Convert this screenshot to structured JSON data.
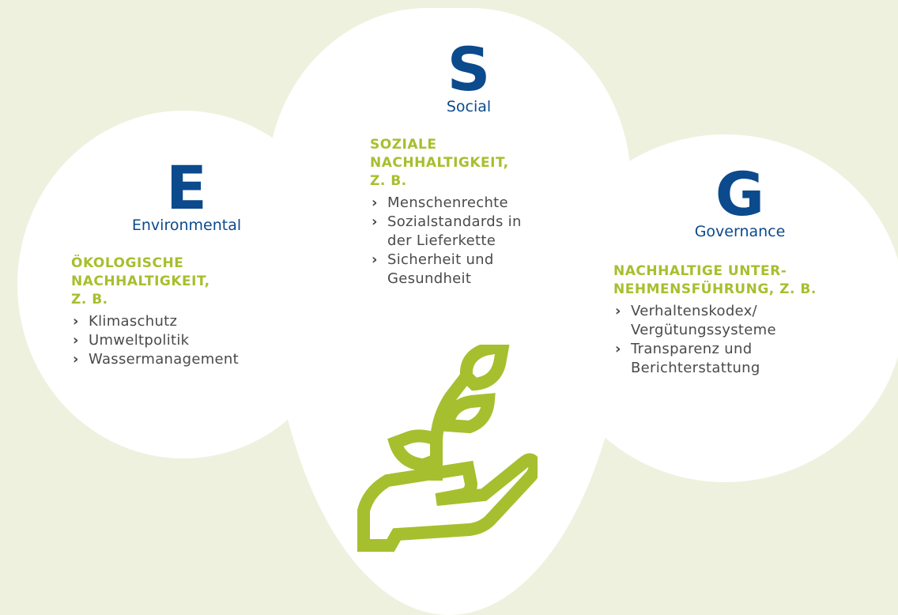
{
  "columns": [
    {
      "letter": "E",
      "word": "Environmental",
      "heading": [
        "ÖKOLOGISCHE",
        "NACHHALTIGKEIT,",
        "Z. B."
      ],
      "items": [
        "Klimaschutz",
        "Umweltpolitik",
        "Wassermanagement"
      ]
    },
    {
      "letter": "S",
      "word": "Social",
      "heading": [
        "SOZIALE",
        "NACHHALTIGKEIT,",
        "Z. B."
      ],
      "items": [
        "Menschenrechte",
        "Sozialstandards in der Lieferkette",
        "Sicherheit und Gesundheit"
      ]
    },
    {
      "letter": "G",
      "word": "Governance",
      "heading": [
        "NACHHALTIGE UNTER-",
        "NEHMENSFÜHRUNG, Z. B."
      ],
      "items": [
        "Verhaltenskodex/ Vergütungssysteme",
        "Transparenz und Berichterstattung"
      ]
    }
  ],
  "bullet_glyph": "›",
  "icon": "plant-in-hand-icon",
  "colors": {
    "background": "#eef1de",
    "circle": "#ffffff",
    "letter_blue": "#0b4a8c",
    "heading_green": "#a6bf2e",
    "text_gray": "#4a4a4a"
  }
}
